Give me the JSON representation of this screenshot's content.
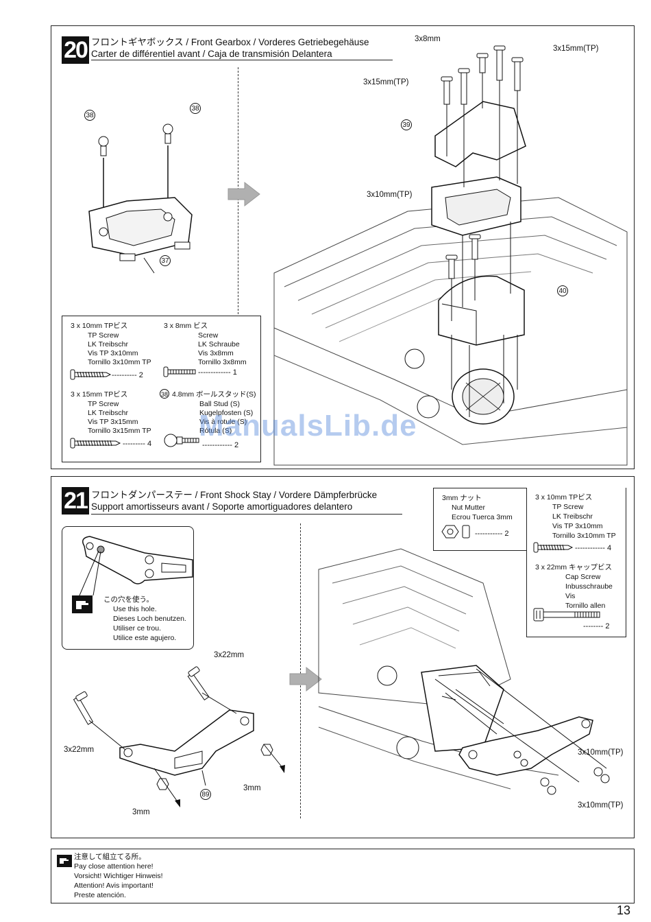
{
  "step20": {
    "number": "20",
    "title_line1": "フロントギヤボックス / Front Gearbox / Vorderes Getriebegehäuse",
    "title_line2": "Carter de différentiel avant / Caja de transmisión Delantera",
    "labels": {
      "part38a": "38",
      "part38b": "38",
      "part37": "37",
      "part39": "39",
      "part40": "40",
      "s3x8": "3x8mm",
      "s3x15_right": "3x15mm(TP)",
      "s3x15_left": "3x15mm(TP)",
      "s3x10": "3x10mm(TP)"
    },
    "parts": {
      "p1_title": "3 x 10mm  TPビス",
      "p1_lines": [
        "TP Screw",
        "LK Treibschr",
        "Vis TP 3x10mm",
        "Tornillo 3x10mm TP"
      ],
      "p1_qty": "2",
      "p2_title": "3 x 8mm  ビス",
      "p2_lines": [
        "Screw",
        "LK Schraube",
        "Vis 3x8mm",
        "Tornillo 3x8mm"
      ],
      "p2_qty": "1",
      "p3_title": "3 x 15mm  TPビス",
      "p3_lines": [
        "TP Screw",
        "LK Treibschr",
        "Vis TP 3x15mm",
        "Tornillo 3x15mm TP"
      ],
      "p3_qty": "4",
      "p4_num": "38",
      "p4_title": "4.8mm ボールスタッド(S)",
      "p4_lines": [
        "Ball Stud (S)",
        "Kugelpfosten (S)",
        "Vis à rotule (S)",
        "Rótula (S)"
      ],
      "p4_qty": "2"
    }
  },
  "step21": {
    "number": "21",
    "title_line1": "フロントダンパーステー / Front Shock Stay / Vordere Dämpferbrücke",
    "title_line2": "Support amortisseurs avant / Soporte amortiguadores delantero",
    "callout": [
      "この穴を使う。",
      "Use this hole.",
      "Dieses Loch benutzen.",
      "Utiliser ce trou.",
      "Utilice este agujero."
    ],
    "labels": {
      "s3x22_top": "3x22mm",
      "s3x22_left": "3x22mm",
      "nut_a": "3mm",
      "nut_b": "3mm",
      "part89": "89",
      "s3x10_a": "3x10mm(TP)",
      "s3x10_b": "3x10mm(TP)"
    },
    "parts": {
      "n_title": "3mm  ナット",
      "n_lines": [
        "Nut    Mutter",
        "Ecrou    Tuerca 3mm"
      ],
      "n_qty": "2",
      "t_title": "3 x 10mm  TPビス",
      "t_lines": [
        "TP Screw",
        "LK Treibschr",
        "Vis TP 3x10mm",
        "Tornillo 3x10mm TP"
      ],
      "t_qty": "4",
      "c_title": "3 x 22mm  キャップビス",
      "c_lines": [
        "Cap Screw",
        "Inbusschraube",
        "Vis",
        "Tornillo allen"
      ],
      "c_qty": "2"
    }
  },
  "attention": {
    "lines": [
      "注意して組立てる所。",
      "Pay close attention here!",
      "Vorsicht!  Wichtiger Hinweis!",
      "Attention! Avis important!",
      "Preste atención."
    ]
  },
  "watermark": "ManualsLib.de",
  "page_number": "13"
}
